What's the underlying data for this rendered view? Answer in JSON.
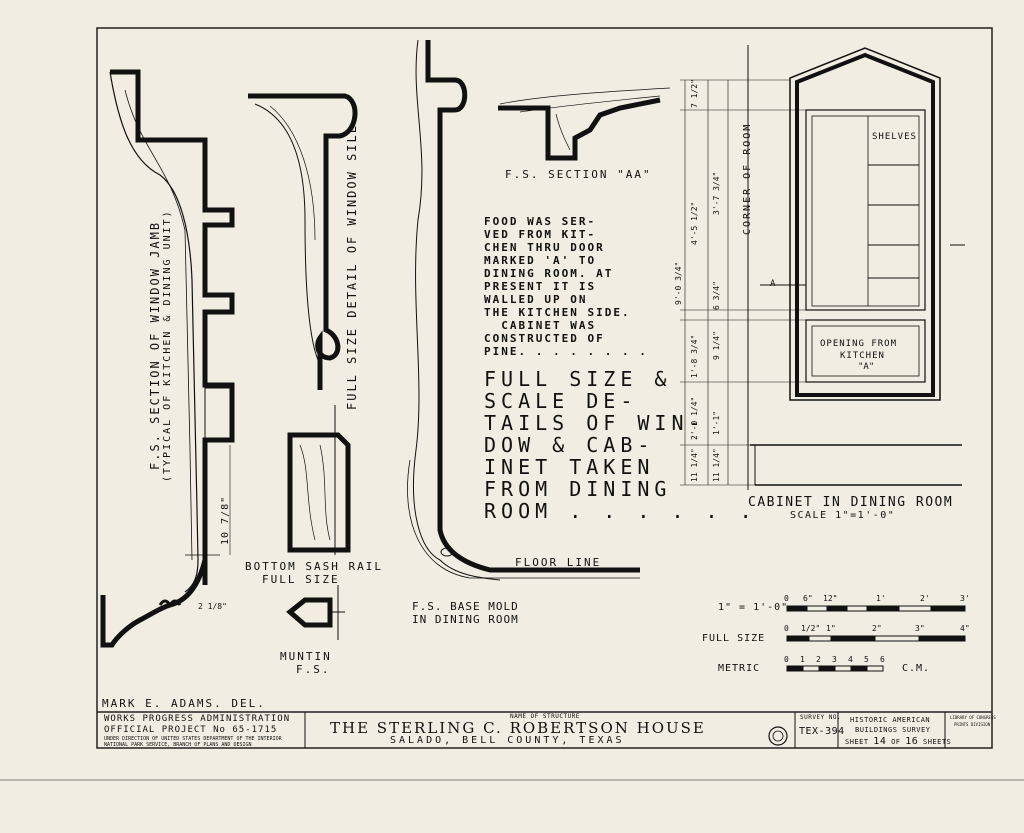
{
  "drawing": {
    "window_jamb": {
      "title": "F.S. SECTION OF WINDOW JAMB",
      "subtitle": "(TYPICAL OF KITCHEN & DINING UNIT)",
      "dimension": "10 7/8\"",
      "bottom_dim": "2 1/8\""
    },
    "window_sill": {
      "title": "FULL SIZE DETAIL OF WINDOW SILL"
    },
    "bottom_sash": {
      "line1": "BOTTOM SASH RAIL",
      "line2": "FULL SIZE"
    },
    "muntin": {
      "line1": "MUNTIN",
      "line2": "F.S."
    },
    "section_aa": {
      "title": "F.S. SECTION \"AA\""
    },
    "food_note": {
      "text": "FOOD WAS SER-\nVED FROM KIT-\nCHEN THRU DOOR\nMARKED 'A' TO\nDINING ROOM. AT\nPRESENT IT IS\nWALLED UP ON\nTHE KITCHEN SIDE.\n  CABINET WAS\nCONSTRUCTED OF\nPINE. . . . . . . ."
    },
    "big_title": {
      "text": "FULL SIZE &\nSCALE DE-\nTAILS OF WIN-\nDOW & CAB-\nINET TAKEN\nFROM DINING\nROOM . . . . . ."
    },
    "floor_line": "FLOOR LINE",
    "base_mold": {
      "line1": "F.S. BASE MOLD",
      "line2": "IN DINING ROOM"
    },
    "cabinet": {
      "corner_label": "CORNER OF ROOM",
      "shelves": "SHELVES",
      "opening_line1": "OPENING FROM",
      "opening_line2": "KITCHEN",
      "marker": "\"A\"",
      "marker_a": "A",
      "title": "CABINET IN DINING ROOM",
      "scale": "SCALE 1\"=1'-0\"",
      "dims_left": [
        "7 1/2\"",
        "4'-5 1/2\"",
        "9'-0 3/4\"",
        "1'-8 3/4\"",
        "2'-0 1/4\"",
        "11 1/4\""
      ],
      "dims_right": [
        "3'-7 3/4\"",
        "6 3/4\"",
        "9 1/4\"",
        "1'-1\"",
        "11 1/4\""
      ]
    },
    "scales": {
      "row1": {
        "label": "1\" = 1'-0\"",
        "ticks": [
          "0",
          "6\"",
          "12\"",
          "1'",
          "2'",
          "3'"
        ]
      },
      "row2": {
        "label": "FULL SIZE",
        "ticks": [
          "0",
          "1/2\"",
          "1\"",
          "2\"",
          "3\"",
          "4\""
        ]
      },
      "row3": {
        "label": "METRIC",
        "ticks": [
          "0",
          "1",
          "2",
          "3",
          "4",
          "5",
          "6"
        ],
        "unit": "C.M."
      }
    }
  },
  "title_block": {
    "delineator": "MARK E. ADAMS. DEL.",
    "wpa_line1": "WORKS PROGRESS ADMINISTRATION",
    "wpa_line2": "OFFICIAL PROJECT No 65-1715",
    "wpa_line3": "UNDER DIRECTION OF UNITED STATES DEPARTMENT OF THE INTERIOR",
    "wpa_line4": "NATIONAL PARK SERVICE, BRANCH OF PLANS AND DESIGN",
    "name_label": "NAME OF STRUCTURE",
    "structure_name": "THE STERLING C. ROBERTSON HOUSE",
    "location": "SALADO, BELL COUNTY, TEXAS",
    "survey_label": "SURVEY NO.",
    "survey_no": "TEX-394",
    "habs_line1": "HISTORIC AMERICAN",
    "habs_line2": "BUILDINGS SURVEY",
    "sheet_pre": "SHEET",
    "sheet_no": "14",
    "sheet_of": "OF",
    "sheet_total": "16",
    "sheet_post": "SHEETS",
    "library_line1": "LIBRARY OF CONGRESS",
    "library_line2": "PRINTS DIVISION"
  }
}
